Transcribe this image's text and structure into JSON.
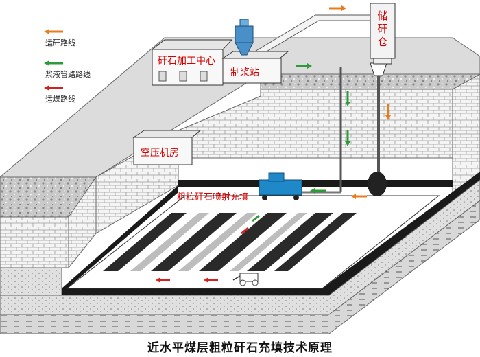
{
  "legend": [
    {
      "label": "运矸路线",
      "color": "#e87d1e"
    },
    {
      "label": "浆液管路路线",
      "color": "#2e9a3a"
    },
    {
      "label": "运煤路线",
      "color": "#d42020"
    }
  ],
  "labels": {
    "processing_center": "矸石加工中心",
    "slurry_station": "制浆站",
    "storage_bin": "储矸仓",
    "storage_bin_chars": [
      "储",
      "矸",
      "仓"
    ],
    "compressor_room": "空压机房",
    "spray_fill": "粗粒矸石喷射充填"
  },
  "caption": "近水平煤层粗粒矸石充填技术原理",
  "colors": {
    "gangue_route": "#e87d1e",
    "slurry_route": "#2e9a3a",
    "coal_route": "#d42020",
    "label_text": "#d40000"
  }
}
